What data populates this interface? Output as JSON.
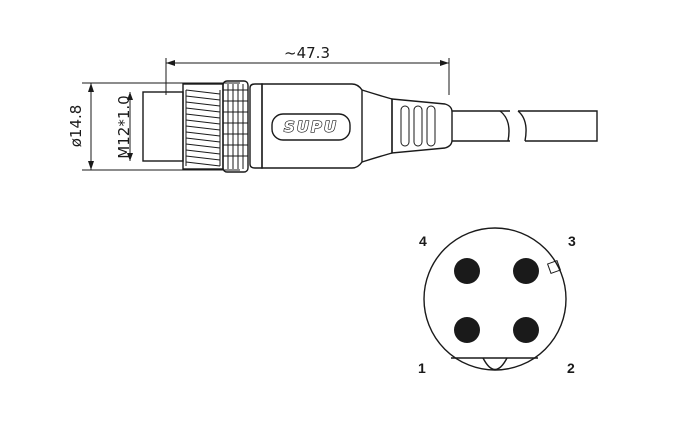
{
  "dimensions": {
    "length": "~47.3",
    "diameter": "ø14.8",
    "thread": "M12*1.0"
  },
  "brand_text": "SUPU",
  "pin_labels": {
    "pin1": "1",
    "pin2": "2",
    "pin3": "3",
    "pin4": "4"
  },
  "colors": {
    "line": "#1a1a1a",
    "pin_fill": "#1a1a1a",
    "background": "#ffffff"
  }
}
